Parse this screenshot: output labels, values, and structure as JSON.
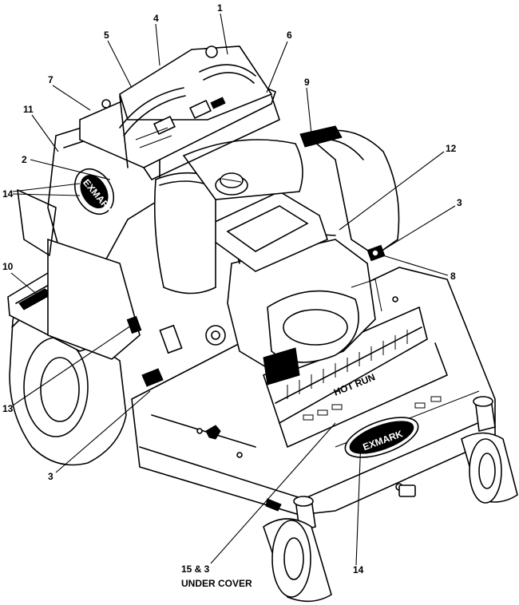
{
  "diagram": {
    "callouts": {
      "c1": "1",
      "c2": "2",
      "c3a": "3",
      "c3b": "3",
      "c4": "4",
      "c5": "5",
      "c6": "6",
      "c7": "7",
      "c8": "8",
      "c9": "9",
      "c10": "10",
      "c11": "11",
      "c12": "12",
      "c13": "13",
      "c14a": "14",
      "c14b": "14",
      "c15_line1": "15 & 3",
      "c15_line2": "UNDER COVER"
    },
    "decal_text": {
      "brand_left": "EXMARK",
      "brand_front": "EXMARK",
      "model": "HOT RUN"
    }
  }
}
